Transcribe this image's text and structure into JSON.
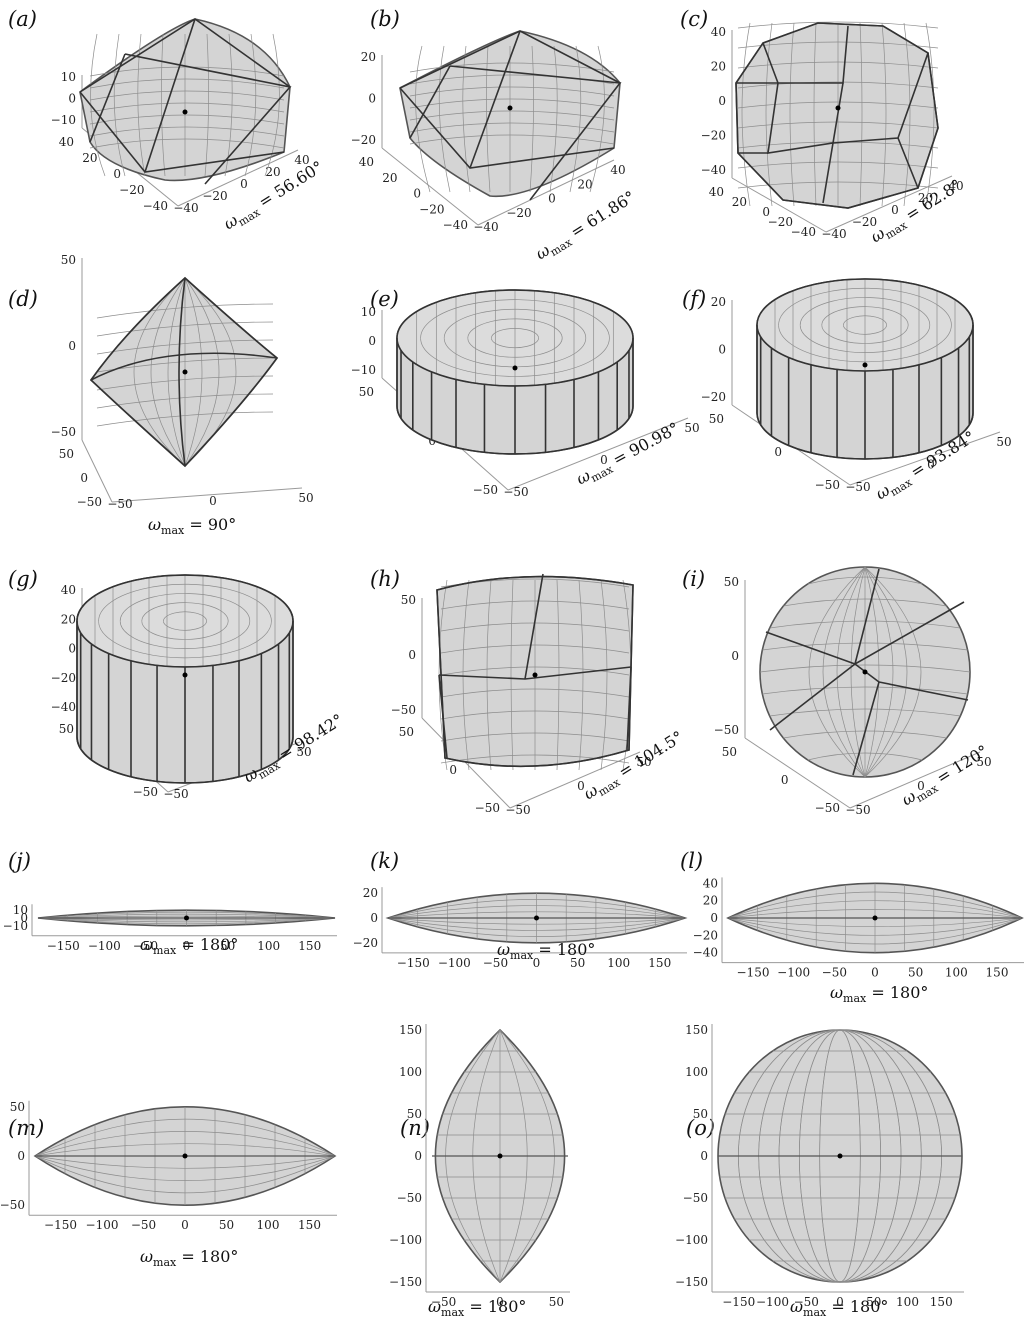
{
  "panels": [
    {
      "id": "a",
      "label": "(a)",
      "kind": "3d",
      "shape": "rotated-cube",
      "subscript": "max",
      "value": "= 56.60°",
      "ticks": {
        "z": [
          "10",
          "0",
          "−10"
        ],
        "left": [
          "40",
          "20",
          "0",
          "−20",
          "−40"
        ],
        "right": [
          "−40",
          "−20",
          "0",
          "20",
          "40"
        ]
      }
    },
    {
      "id": "b",
      "label": "(b)",
      "kind": "3d",
      "shape": "rotated-cube",
      "subscript": "max",
      "value": "= 61.86°",
      "ticks": {
        "z": [
          "20",
          "0",
          "−20"
        ],
        "left": [
          "40",
          "20",
          "0",
          "−20",
          "−40"
        ],
        "right": [
          "−40",
          "−20",
          "0",
          "20",
          "40"
        ]
      }
    },
    {
      "id": "c",
      "label": "(c)",
      "kind": "3d",
      "shape": "polyhedron",
      "subscript": "max",
      "value": "= 62.8°",
      "ticks": {
        "z": [
          "40",
          "20",
          "0",
          "−20",
          "−40"
        ],
        "left": [
          "40",
          "20",
          "0",
          "−20",
          "−40"
        ],
        "right": [
          "−40",
          "−20",
          "0",
          "20",
          "40"
        ]
      }
    },
    {
      "id": "d",
      "label": "(d)",
      "kind": "3d",
      "shape": "octahedron",
      "subscript": "max",
      "value": "= 90°",
      "ticks": {
        "z": [
          "50",
          "0",
          "−50"
        ],
        "left": [
          "50",
          "0",
          "−50"
        ],
        "right": [
          "−50",
          "0",
          "50"
        ]
      }
    },
    {
      "id": "e",
      "label": "(e)",
      "kind": "3d",
      "shape": "cylinder-flat",
      "subscript": "max",
      "value": "= 90.98°",
      "ticks": {
        "z": [
          "10",
          "0",
          "−10"
        ],
        "left": [
          "50",
          "0",
          "−50"
        ],
        "right": [
          "−50",
          "0",
          "50"
        ]
      }
    },
    {
      "id": "f",
      "label": "(f)",
      "kind": "3d",
      "shape": "cylinder",
      "subscript": "max",
      "value": "= 93.84°",
      "ticks": {
        "z": [
          "20",
          "0",
          "−20"
        ],
        "left": [
          "50",
          "0",
          "−50"
        ],
        "right": [
          "−50",
          "0",
          "50"
        ]
      }
    },
    {
      "id": "g",
      "label": "(g)",
      "kind": "3d",
      "shape": "cylinder-tall",
      "subscript": "max",
      "value": "= 98.42°",
      "ticks": {
        "z": [
          "40",
          "20",
          "0",
          "−20",
          "−40"
        ],
        "left": [
          "50",
          "0",
          "−50"
        ],
        "right": [
          "−50",
          "0",
          "50"
        ]
      }
    },
    {
      "id": "h",
      "label": "(h)",
      "kind": "3d",
      "shape": "cube",
      "subscript": "max",
      "value": "= 104.5°",
      "ticks": {
        "z": [
          "50",
          "0",
          "−50"
        ],
        "left": [
          "50",
          "0",
          "−50"
        ],
        "right": [
          "−50",
          "0",
          "50"
        ]
      }
    },
    {
      "id": "i",
      "label": "(i)",
      "kind": "3d",
      "shape": "sphere-cube",
      "subscript": "max",
      "value": "= 120°",
      "ticks": {
        "z": [
          "50",
          "0",
          "−50"
        ],
        "left": [
          "50",
          "0",
          "−50"
        ],
        "right": [
          "−50",
          "0",
          "50"
        ]
      }
    },
    {
      "id": "j",
      "label": "(j)",
      "kind": "2d",
      "subscript": "max",
      "value": "= 180°",
      "half_height": 10,
      "xticks": [
        "−150",
        "−100",
        "−50",
        "0",
        "50",
        "100",
        "150"
      ],
      "yticks": [
        "10",
        "0",
        "−10"
      ]
    },
    {
      "id": "k",
      "label": "(k)",
      "kind": "2d",
      "subscript": "max",
      "value": "= 180°",
      "half_height": 27,
      "xticks": [
        "−150",
        "−100",
        "−50",
        "0",
        "50",
        "100",
        "150"
      ],
      "yticks": [
        "20",
        "0",
        "−20"
      ]
    },
    {
      "id": "l",
      "label": "(l)",
      "kind": "2d",
      "subscript": "max",
      "value": "= 180°",
      "half_height": 45,
      "xticks": [
        "−150",
        "−100",
        "−50",
        "0",
        "50",
        "100",
        "150"
      ],
      "yticks": [
        "40",
        "20",
        "0",
        "−20",
        "−40"
      ]
    },
    {
      "id": "m",
      "label": "(m)",
      "kind": "2d",
      "subscript": "max",
      "value": "= 180°",
      "half_height": 60,
      "xticks": [
        "−150",
        "−100",
        "−50",
        "0",
        "50",
        "100",
        "150"
      ],
      "yticks": [
        "50",
        "0",
        "−50"
      ]
    },
    {
      "id": "n",
      "label": "(n)",
      "kind": "2d",
      "subscript": "max",
      "value": "= 180°",
      "half_height": 180,
      "xticks": [
        "−50",
        "0",
        "50"
      ],
      "yticks": [
        "150",
        "100",
        "50",
        "0",
        "−50",
        "−100",
        "−150"
      ]
    },
    {
      "id": "o",
      "label": "(o)",
      "kind": "2d",
      "subscript": "max",
      "value": "= 180°",
      "half_height": 180,
      "xticks": [
        "−150",
        "−100",
        "−50",
        "0",
        "50",
        "100",
        "150"
      ],
      "yticks": [
        "150",
        "100",
        "50",
        "0",
        "−50",
        "−100",
        "−150"
      ]
    }
  ],
  "symbol": "ω",
  "colors": {
    "fill": "#d4d4d4",
    "mesh": "#8d8d8d",
    "edge": "#333333",
    "axis": "#9a9a9a"
  }
}
